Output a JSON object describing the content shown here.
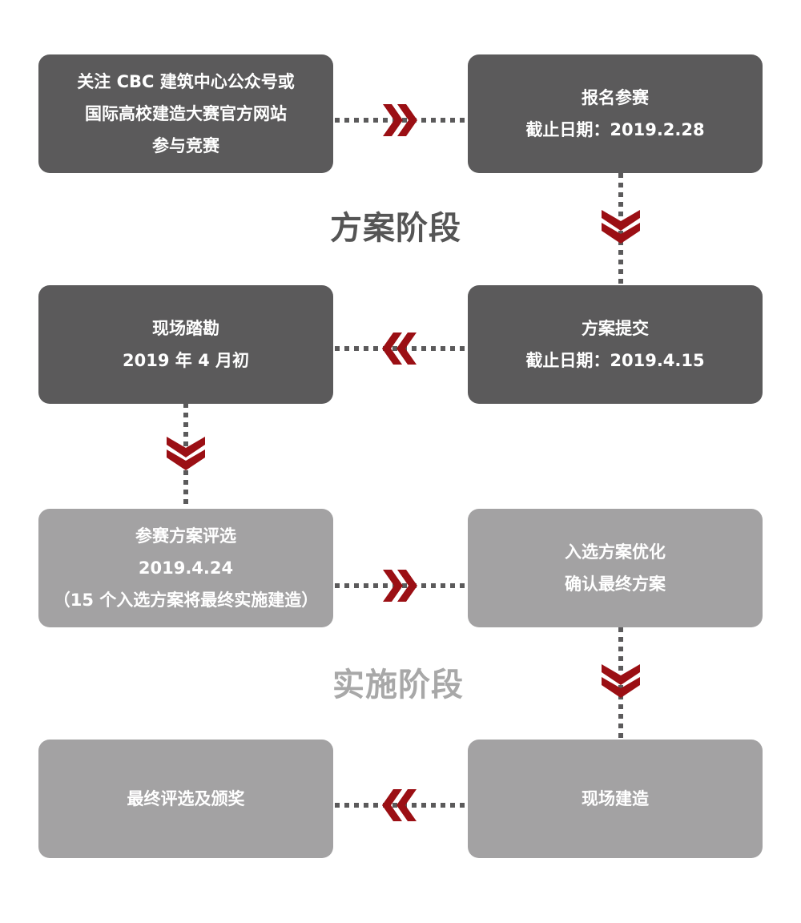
{
  "stages": {
    "design": "方案阶段",
    "construction": "实施阶段"
  },
  "steps": {
    "follow": [
      "关注 CBC 建筑中心公众号或",
      "国际高校建造大赛官方网站",
      "参与竞赛"
    ],
    "register": [
      "报名参赛",
      "截止日期：2019.2.28"
    ],
    "site_visit": [
      "现场踏勘",
      "2019 年 4 月初"
    ],
    "submit": [
      "方案提交",
      "截止日期：2019.4.15"
    ],
    "review": [
      "参赛方案评选",
      "2019.4.24",
      "（15 个入选方案将最终实施建造）"
    ],
    "optimize": [
      "入选方案优化",
      "确认最终方案"
    ],
    "final": [
      "最终评选及颁奖"
    ],
    "build": [
      "现场建造"
    ]
  },
  "colors": {
    "dark_box": "#5b5a5b",
    "light_box": "#a3a2a3",
    "arrow": "#9b0f14",
    "connector": "#5b5a5b",
    "stage_design": "#555555",
    "stage_construction": "#a8a8a8"
  },
  "icons": {
    "arrow_right": "double-chevron-right-icon",
    "arrow_left": "double-chevron-left-icon",
    "arrow_down": "double-chevron-down-icon"
  }
}
